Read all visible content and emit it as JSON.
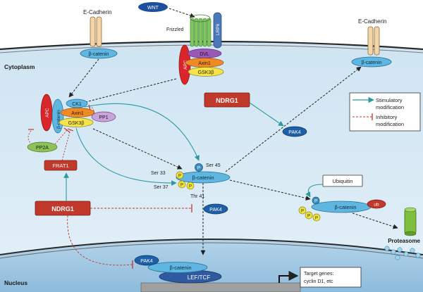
{
  "regions": {
    "cytoplasm": "Cytoplasm",
    "nucleus": "Nucleus"
  },
  "membrane": {
    "e_cadherin_left": "E-Cadherin",
    "e_cadherin_right": "E-Cadherin",
    "frizzled": "Frizzled",
    "lrp6": "LRP6",
    "wnt": "WNT",
    "beta_catenin_left": "β-catenin",
    "beta_catenin_right": "β-catenin"
  },
  "receptor_complex": {
    "apc": "APC",
    "dvl": "DVL",
    "axin1": "Axin1",
    "gsk3b": "GSK3β"
  },
  "destruction_complex": {
    "apc": "APC",
    "beta_catenin": "β-catenin",
    "ck1": "CK1",
    "axin1": "Axin1",
    "gsk3b": "GSK3β",
    "pp1": "PP1",
    "pp2a": "PP2A",
    "frat1": "FRAT1"
  },
  "central": {
    "beta_catenin": "β-catenin",
    "ser45": "Ser 45",
    "ser33": "Ser 33",
    "ser37": "Ser 37",
    "thr41": "Thr 41",
    "p": "P"
  },
  "ndrg1": {
    "top": "NDRG1",
    "left": "NDRG1",
    "pak4_mid": "PAK4",
    "pak4_lower": "PAK4"
  },
  "degradation": {
    "ubiquitin": "Ubiquitin",
    "beta_catenin": "β-catenin",
    "ub": "ub",
    "proteasome": "Proteasome",
    "p": "P"
  },
  "nucleus_complex": {
    "pak4": "PAK4",
    "beta_catenin": "β-catenin",
    "lef_tcf": "LEF/TCF",
    "target_genes_line1": "Target genes:",
    "target_genes_line2": "cyclin D1, etc"
  },
  "legend": {
    "stimulatory_line1": "Stimulatory",
    "stimulatory_line2": "modification",
    "inhibitory_line1": "Inhibitory",
    "inhibitory_line2": "modification"
  },
  "colors": {
    "cytoplasm_bg": "#d6e9f5",
    "nucleus_bg": "#a9cbe4",
    "membrane": "#2a2a2a",
    "beta_catenin": "#5fb6e0",
    "stimulatory": "#2a9aa0",
    "inhibitory": "#c0392b",
    "ndrg1": "#c0392b",
    "pak4": "#1e5fa8",
    "phospho": "#f2e53a",
    "apc": "#d9262a",
    "dvl": "#9b59b6",
    "axin1": "#f08a24",
    "gsk3b": "#f4e44a",
    "pp1": "#c9a4d8",
    "pp2a": "#8fc15b",
    "ub": "#c0392b",
    "proteasome": "#7fbf3f",
    "lef_tcf": "#2f5aa0",
    "wnt": "#1e4f9c",
    "frizzled": "#7ec860",
    "lrp6": "#4a78b8"
  }
}
